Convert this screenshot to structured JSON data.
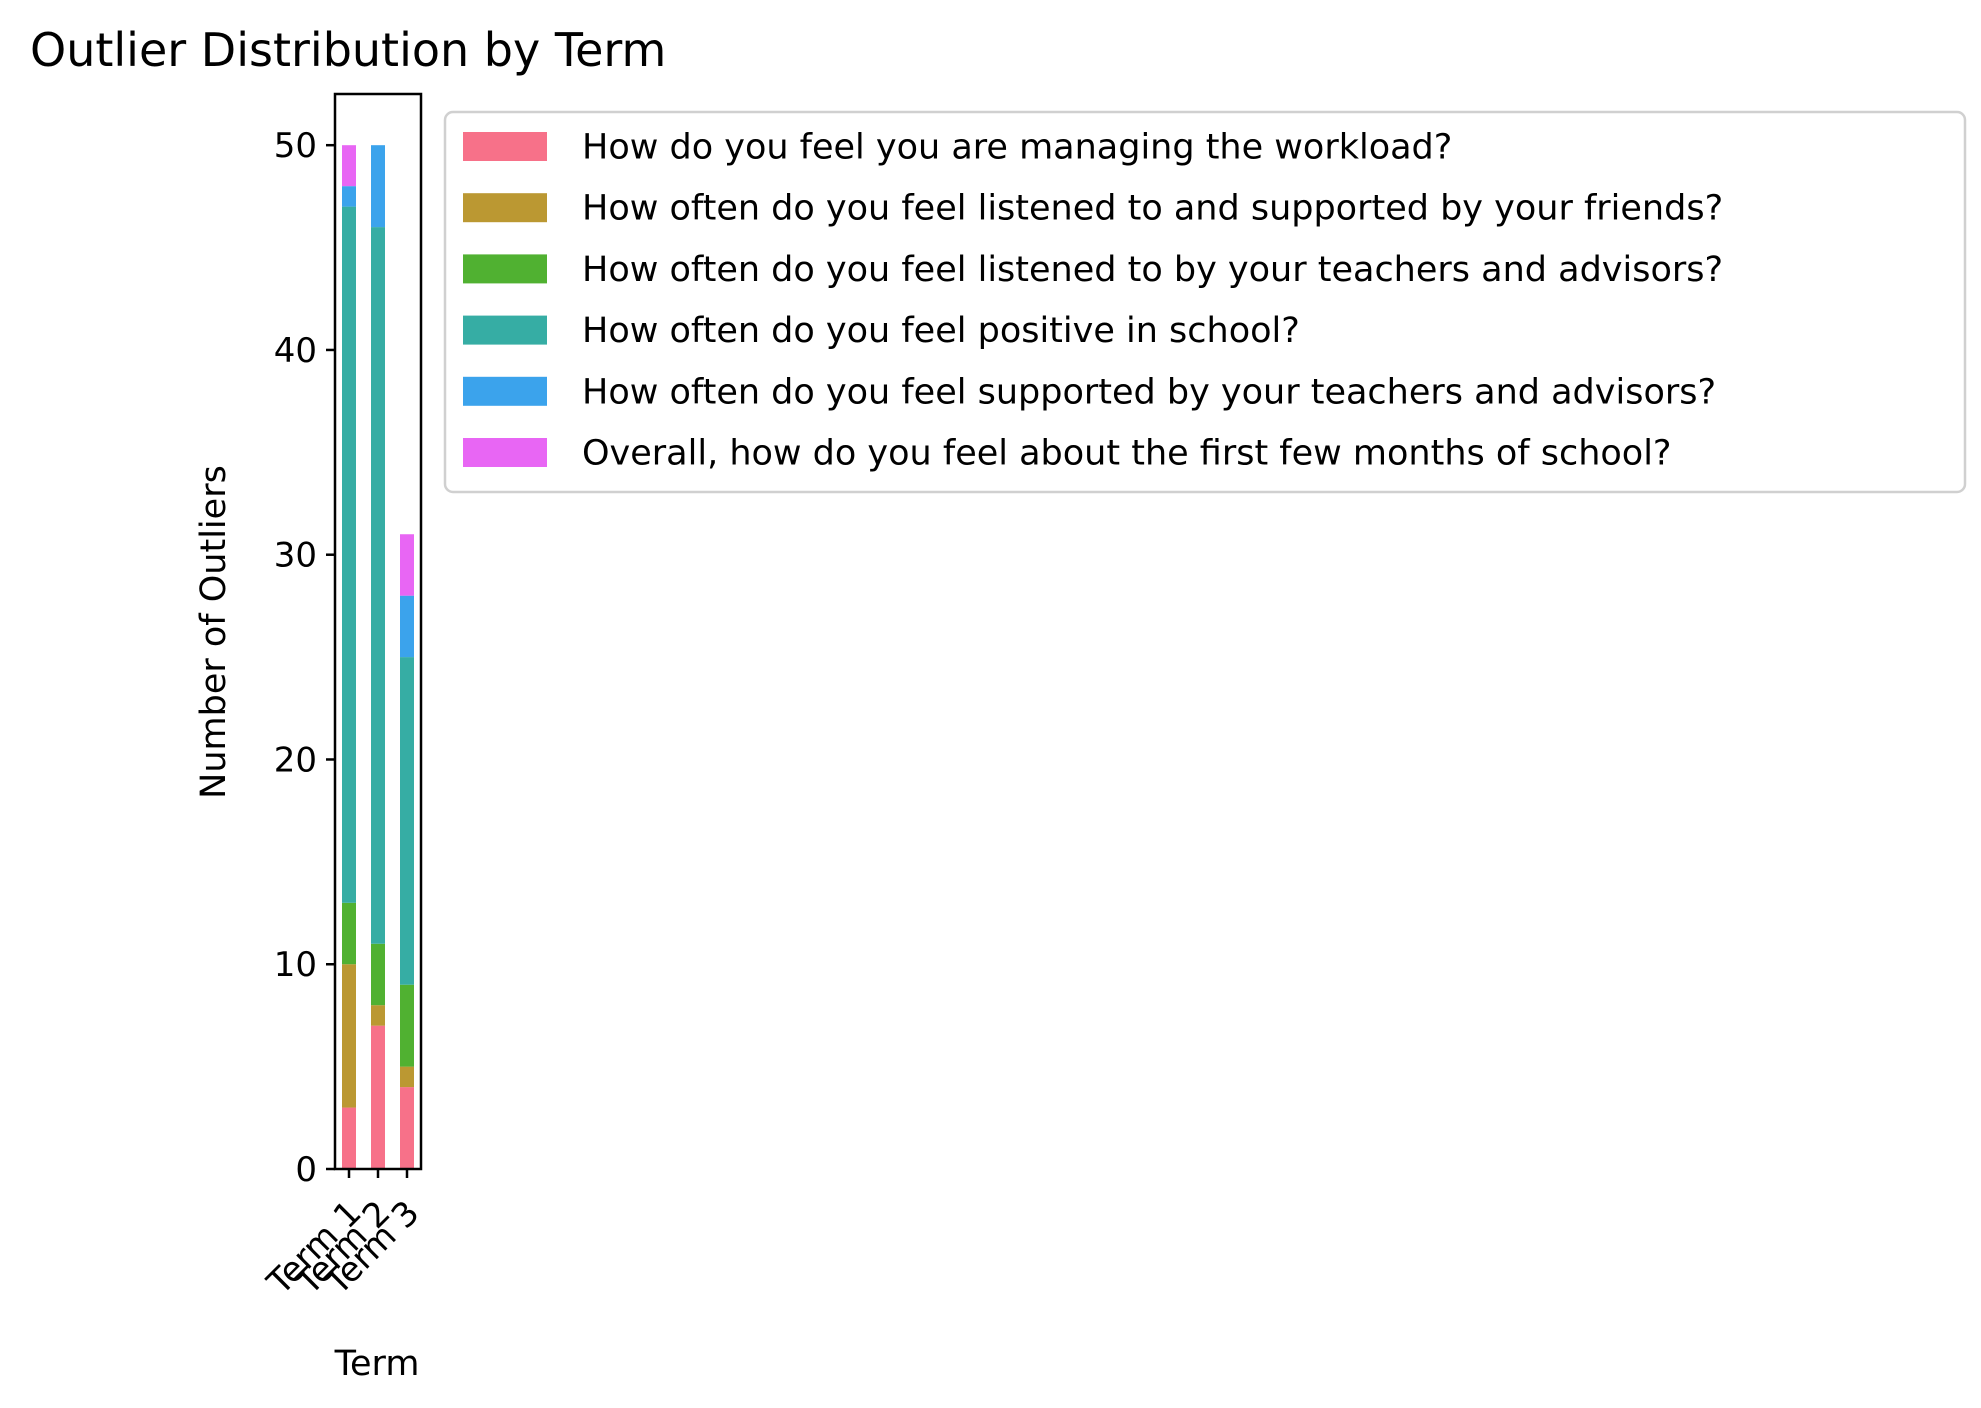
{
  "chart_data": {
    "type": "bar",
    "stacked": true,
    "title": "Outlier Distribution by Term",
    "xlabel": "Term",
    "ylabel": "Number of Outliers",
    "categories": [
      "Term 1",
      "Term 2",
      "Term 3"
    ],
    "ylim": [
      0,
      52.5
    ],
    "yticks": [
      0,
      10,
      20,
      30,
      40,
      50
    ],
    "grid": false,
    "legend_position": "outside right, upper",
    "series": [
      {
        "name": "How do you feel you are managing the workload?",
        "color": "#f77189",
        "values": [
          3,
          7,
          4
        ]
      },
      {
        "name": "How often do you feel listened to and supported by your friends?",
        "color": "#bb9832",
        "values": [
          7,
          1,
          1
        ]
      },
      {
        "name": "How often do you feel listened to by your teachers and advisors?",
        "color": "#50b131",
        "values": [
          3,
          3,
          4
        ]
      },
      {
        "name": "How often do you feel positive in school?",
        "color": "#36ada4",
        "values": [
          34,
          35,
          16
        ]
      },
      {
        "name": "How often do you feel supported by your teachers and advisors?",
        "color": "#3ba3ec",
        "values": [
          1,
          4,
          3
        ]
      },
      {
        "name": "Overall, how do you feel about the first few months of school?",
        "color": "#e866f4",
        "values": [
          2,
          0,
          3
        ]
      }
    ]
  }
}
